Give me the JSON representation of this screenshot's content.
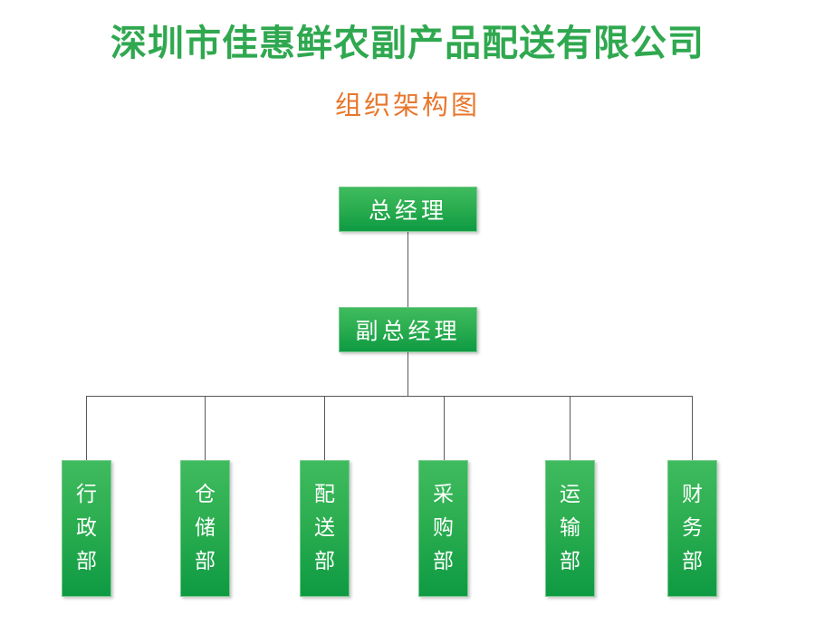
{
  "header": {
    "company_title": "深圳市佳惠鲜农副产品配送有限公司",
    "subtitle": "组织架构图",
    "title_color": "#2FA84F",
    "subtitle_color": "#E8762C"
  },
  "theme": {
    "background": "#ffffff",
    "node_fill_top": "#3FBB5E",
    "node_fill_bottom": "#0E9A43",
    "node_border": "#7ACB8E",
    "node_text": "#ffffff",
    "connector_line": "#595959"
  },
  "org_chart": {
    "type": "org-tree",
    "levels": [
      {
        "level": 1,
        "nodes": [
          {
            "id": "gm",
            "label": "总经理",
            "orientation": "horizontal"
          }
        ]
      },
      {
        "level": 2,
        "nodes": [
          {
            "id": "dgm",
            "label": "副总经理",
            "orientation": "horizontal"
          }
        ]
      },
      {
        "level": 3,
        "nodes": [
          {
            "id": "dept-admin",
            "label": "行政部",
            "chars": [
              "行",
              "政",
              "部"
            ],
            "orientation": "vertical"
          },
          {
            "id": "dept-warehouse",
            "label": "仓储部",
            "chars": [
              "仓",
              "储",
              "部"
            ],
            "orientation": "vertical"
          },
          {
            "id": "dept-delivery",
            "label": "配送部",
            "chars": [
              "配",
              "送",
              "部"
            ],
            "orientation": "vertical"
          },
          {
            "id": "dept-purchasing",
            "label": "采购部",
            "chars": [
              "采",
              "购",
              "部"
            ],
            "orientation": "vertical"
          },
          {
            "id": "dept-transport",
            "label": "运输部",
            "chars": [
              "运",
              "输",
              "部"
            ],
            "orientation": "vertical"
          },
          {
            "id": "dept-finance",
            "label": "财务部",
            "chars": [
              "财",
              "务",
              "部"
            ],
            "orientation": "vertical"
          }
        ]
      }
    ]
  }
}
